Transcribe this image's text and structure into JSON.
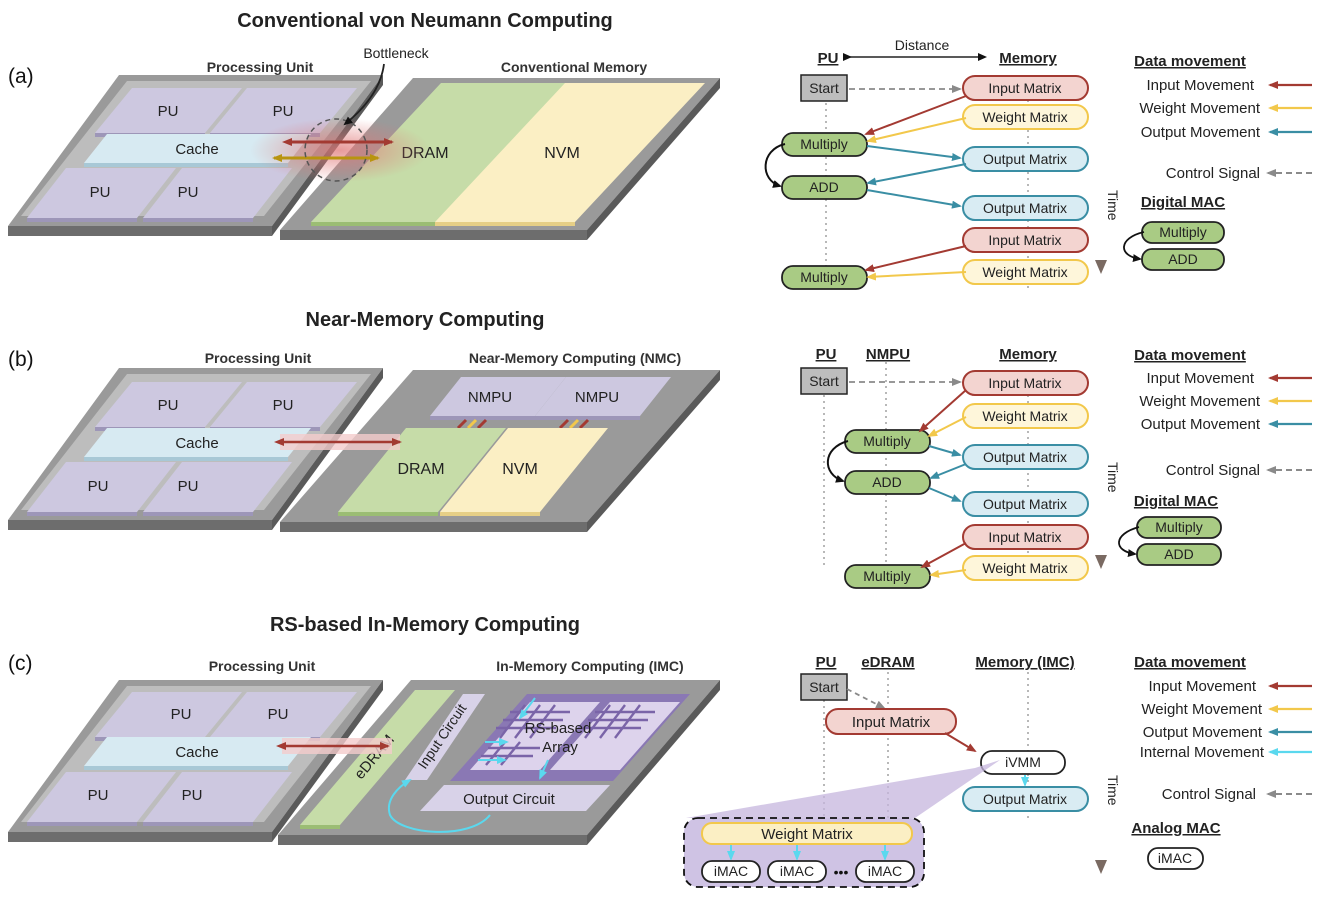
{
  "section_a": {
    "label": "(a)",
    "title": "Conventional von Neumann Computing",
    "left_header": "Processing Unit",
    "right_header": "Conventional Memory",
    "pu_label": "PU",
    "cache_label": "Cache",
    "bottleneck_label": "Bottleneck",
    "dram_label": "DRAM",
    "nvm_label": "NVM",
    "flow": {
      "col_pu": "PU",
      "col_memory": "Memory",
      "distance_label": "Distance",
      "start": "Start",
      "boxes": [
        "Input Matrix",
        "Weight Matrix",
        "Output Matrix",
        "Output Matrix",
        "Input Matrix",
        "Weight Matrix"
      ],
      "ops": [
        "Multiply",
        "ADD",
        "Multiply"
      ],
      "time_label": "Time"
    },
    "legend": {
      "title": "Data movement",
      "items": [
        "Input Movement",
        "Weight Movement",
        "Output Movement",
        "Control Signal"
      ],
      "mac_title": "Digital MAC",
      "mac_ops": [
        "Multiply",
        "ADD"
      ]
    }
  },
  "section_b": {
    "label": "(b)",
    "title": "Near-Memory Computing",
    "left_header": "Processing Unit",
    "right_header": "Near-Memory Computing (NMC)",
    "pu_label": "PU",
    "cache_label": "Cache",
    "nmpu_label": "NMPU",
    "dram_label": "DRAM",
    "nvm_label": "NVM",
    "flow": {
      "col_pu": "PU",
      "col_nmpu": "NMPU",
      "col_memory": "Memory",
      "start": "Start",
      "boxes": [
        "Input Matrix",
        "Weight Matrix",
        "Output Matrix",
        "Output Matrix",
        "Input Matrix",
        "Weight Matrix"
      ],
      "ops": [
        "Multiply",
        "ADD",
        "Multiply"
      ],
      "time_label": "Time"
    },
    "legend": {
      "title": "Data movement",
      "items": [
        "Input Movement",
        "Weight Movement",
        "Output Movement",
        "Control Signal"
      ],
      "mac_title": "Digital MAC",
      "mac_ops": [
        "Multiply",
        "ADD"
      ]
    }
  },
  "section_c": {
    "label": "(c)",
    "title": "RS-based In-Memory Computing",
    "left_header": "Processing Unit",
    "right_header": "In-Memory Computing (IMC)",
    "pu_label": "PU",
    "cache_label": "Cache",
    "edram_label": "eDRAM",
    "input_circuit": "Input Circuit",
    "output_circuit": "Output Circuit",
    "array_line1": "RS-based",
    "array_line2": "Array",
    "flow": {
      "col_pu": "PU",
      "col_edram": "eDRAM",
      "col_memory": "Memory (IMC)",
      "start": "Start",
      "input_matrix": "Input Matrix",
      "ivmm": "iVMM",
      "output_matrix": "Output Matrix",
      "weight_matrix": "Weight Matrix",
      "imac": "iMAC",
      "ellipsis": "•••",
      "time_label": "Time"
    },
    "legend": {
      "title": "Data movement",
      "items": [
        "Input Movement",
        "Weight Movement",
        "Output Movement",
        "Internal Movement",
        "Control Signal"
      ],
      "mac_title": "Analog MAC",
      "mac_ops": [
        "iMAC"
      ]
    }
  },
  "colors": {
    "input": "#a33a32",
    "weight": "#f2c84b",
    "output": "#3a8ea4",
    "internal": "#5ad8ee",
    "control": "#8a8a8a",
    "pu_fill": "#cdc8e0",
    "cache_fill": "#d7eaf2",
    "dram_fill": "#c6dca8",
    "nvm_fill": "#fbefc4",
    "op_fill": "#a9cb84",
    "input_box": "#f3d4d0",
    "weight_box": "#fef6da",
    "output_box": "#d9ecf3"
  }
}
